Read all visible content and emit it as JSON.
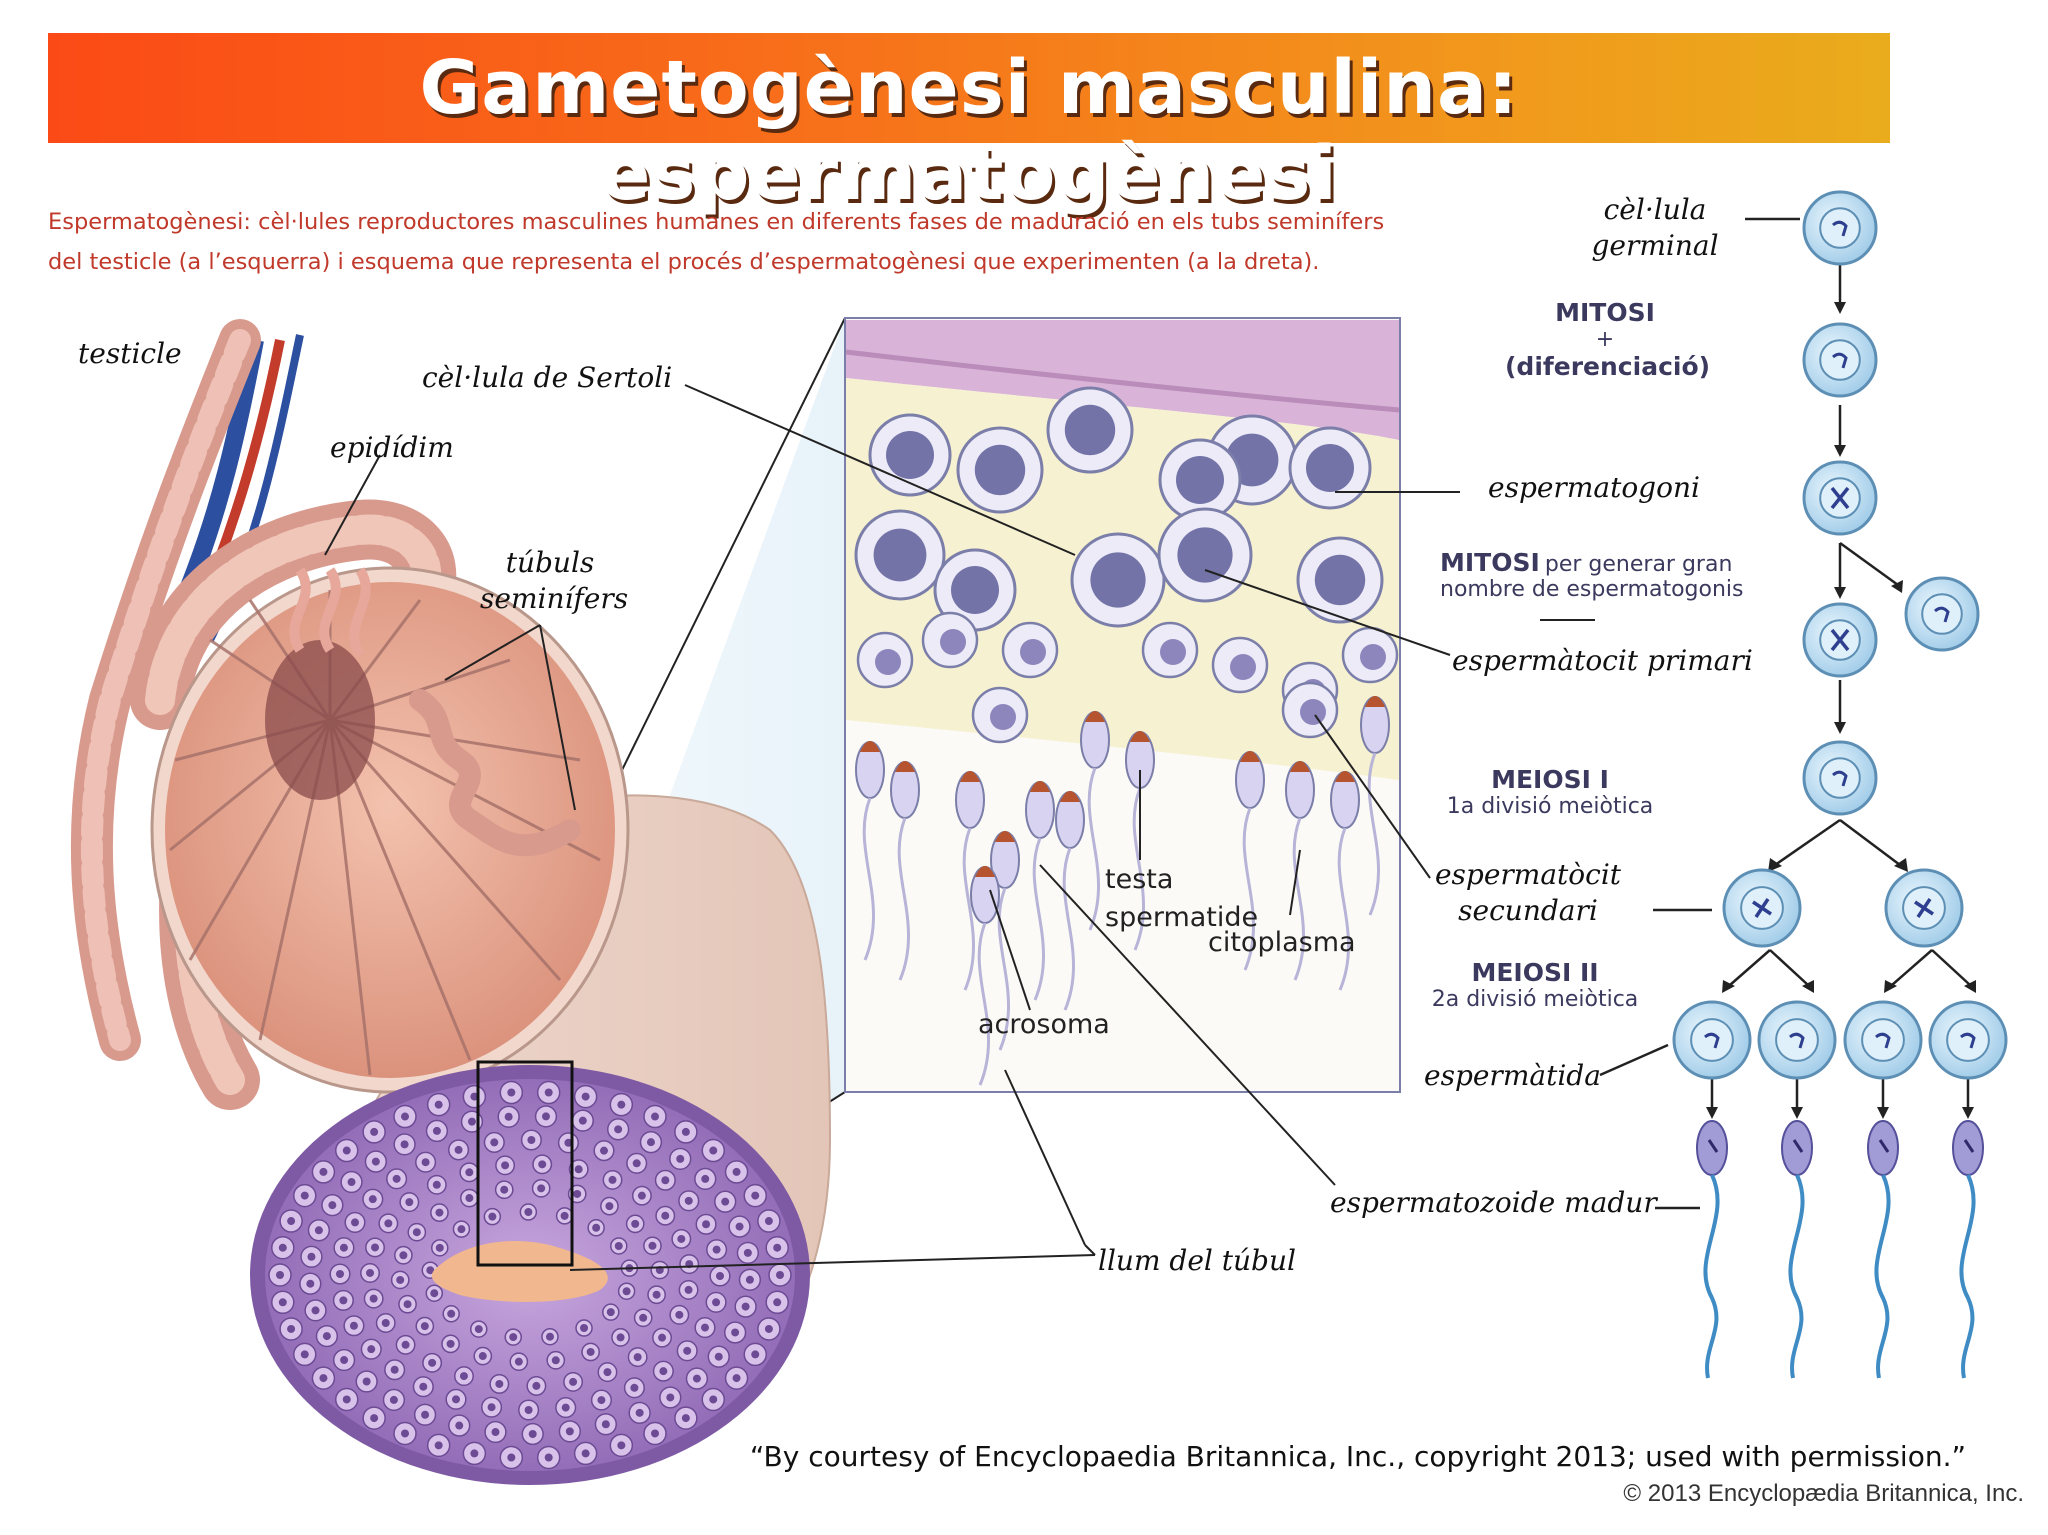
{
  "title": "Gametogènesi masculina: espermatogènesi",
  "caption": {
    "line1": "Espermatogènesi: cèl·lules reproductores masculines humanes en diferents fases de maduració en els tubs seminífers",
    "line2": "del testicle (a l’esquerra) i esquema que representa el procés d’espermatogènesi que experimenten (a la dreta)."
  },
  "labels": {
    "testicle": "testicle",
    "epididim": "epidídim",
    "tubuls_l1": "túbuls",
    "tubuls_l2": "seminífers",
    "sertoli": "cèl·lula de Sertoli",
    "espermatogoni": "espermatogoni",
    "espermatocit_primari": "espermàtocit primari",
    "espermatocit_secundari_l1": "espermatòcit",
    "espermatocit_secundari_l2": "secundari",
    "testa": "testa",
    "spermatide": "spermatide",
    "citoplasma": "citoplasma",
    "acrosoma": "acrosoma",
    "espermatozoide_madur": "espermatozoide madur",
    "llum_tubul": "llum del túbul",
    "cellula_germinal_l1": "cèl·lula",
    "cellula_germinal_l2": "germinal",
    "espermatida": "espermàtida"
  },
  "stages": {
    "mitosi1_title": "MITOSI",
    "mitosi1_plus": "+",
    "mitosi1_sub": "(diferenciació)",
    "mitosi2_title": "MITOSI",
    "mitosi2_sub_a": "per generar gran",
    "mitosi2_sub_b": "nombre de espermatogonis",
    "meiosi1_title": "MEIOSI I",
    "meiosi1_sub": "1a divisió meiòtica",
    "meiosi2_title": "MEIOSI II",
    "meiosi2_sub": "2a divisió meiòtica"
  },
  "credit": "“By courtesy of Encyclopaedia Britannica, Inc., copyright 2013; used with permission.”",
  "copyright": "© 2013 Encyclopædia Britannica, Inc.",
  "colors": {
    "banner_start": "#fb4a16",
    "banner_end": "#e9ac1c",
    "caption_text": "#c0392b",
    "stage_text": "#3b3a5e",
    "cell_fill": "#bfe0f3",
    "cell_stroke": "#5d8fb5",
    "tubule_purple": "#8a64b0",
    "testis_pink": "#e7a892",
    "sperm_tail": "#3f8cc5"
  },
  "icons": [
    "testis-illustration",
    "tubule-cross-section",
    "seminiferous-epithelium-zoom",
    "spermatogenesis-flow-diagram"
  ]
}
